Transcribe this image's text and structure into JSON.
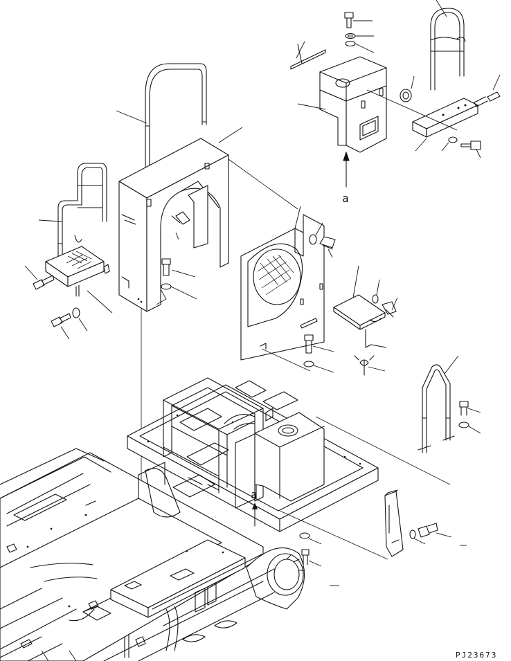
{
  "drawing": {
    "view_label_upper": "a",
    "view_label_lower": "a",
    "drawing_code": "PJ23673"
  },
  "colors": {
    "line": "#111111",
    "paper": "#ffffff"
  }
}
